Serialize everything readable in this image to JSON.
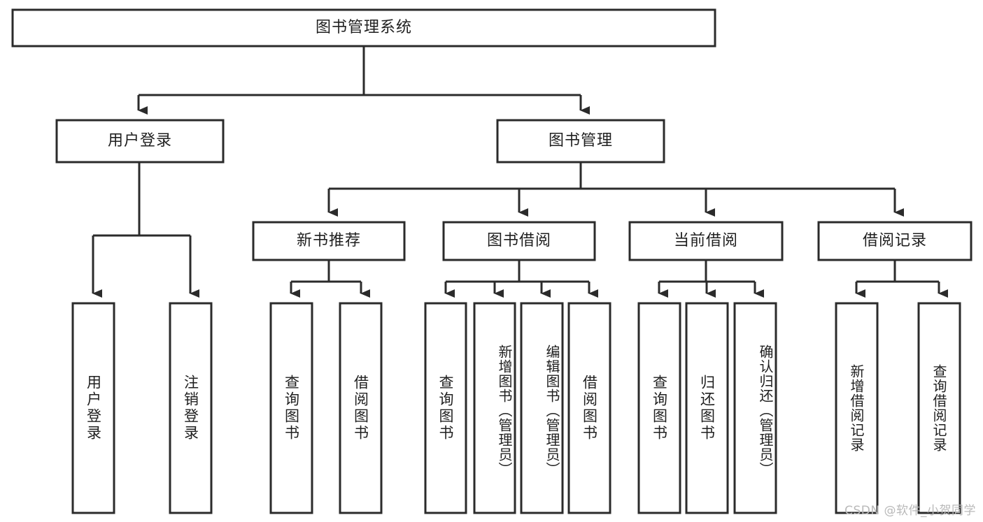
{
  "diagram": {
    "title": "图书管理系统",
    "type": "tree-hierarchy-diagram",
    "root": {
      "label": "图书管理系统"
    },
    "level2": [
      {
        "label": "用户登录"
      },
      {
        "label": "图书管理"
      }
    ],
    "level3": [
      {
        "label": "新书推荐"
      },
      {
        "label": "图书借阅"
      },
      {
        "label": "当前借阅"
      },
      {
        "label": "借阅记录"
      }
    ],
    "leaves": {
      "user_login": [
        {
          "label": "用户登录"
        },
        {
          "label": "注销登录"
        }
      ],
      "new_book_recommend": [
        {
          "label": "查询图书"
        },
        {
          "label": "借阅图书"
        }
      ],
      "book_borrow": [
        {
          "label": "查询图书"
        },
        {
          "label": "新增图书（管理员）"
        },
        {
          "label": "编辑图书（管理员）"
        },
        {
          "label": "借阅图书"
        }
      ],
      "current_borrow": [
        {
          "label": "查询图书"
        },
        {
          "label": "归还图书"
        },
        {
          "label": "确认归还（管理员）"
        }
      ],
      "borrow_record": [
        {
          "label": "新增借阅记录"
        },
        {
          "label": "查询借阅记录"
        }
      ]
    },
    "watermark": "CSDN @软件_小贺同学",
    "colors": {
      "stroke": "#2b2b2b",
      "fill": "#ffffff",
      "text": "#1f1f1f",
      "watermark": "#b9b9b9",
      "background": "#ffffff"
    }
  }
}
